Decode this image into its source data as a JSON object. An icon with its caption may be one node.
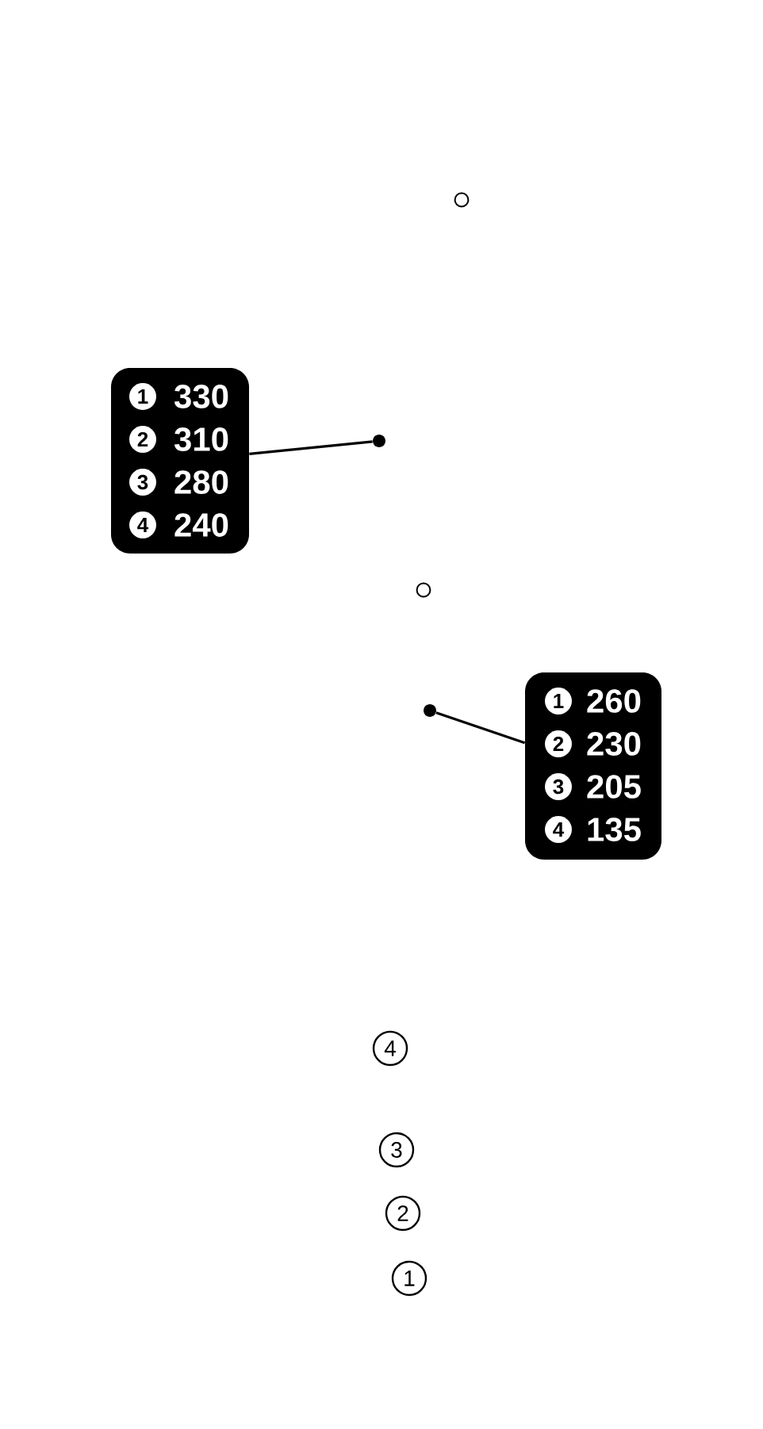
{
  "diagram": {
    "nodes": [
      {
        "text": [
          "1",
          "330",
          "2",
          "310",
          "3",
          "280",
          "4",
          "240"
        ]
      },
      {
        "text": [],
        "shape": "circle"
      },
      {
        "text": [
          "1",
          "260",
          "2",
          "230",
          "3",
          "205",
          "4",
          "135"
        ]
      },
      {
        "text": [],
        "shape": "circle"
      }
    ],
    "edges": [
      {
        "from": 0,
        "to": 1,
        "arrow": "none"
      },
      {
        "from": 2,
        "to": 3,
        "arrow": "none"
      }
    ],
    "labels": [
      "4",
      "3",
      "2",
      "1"
    ]
  }
}
